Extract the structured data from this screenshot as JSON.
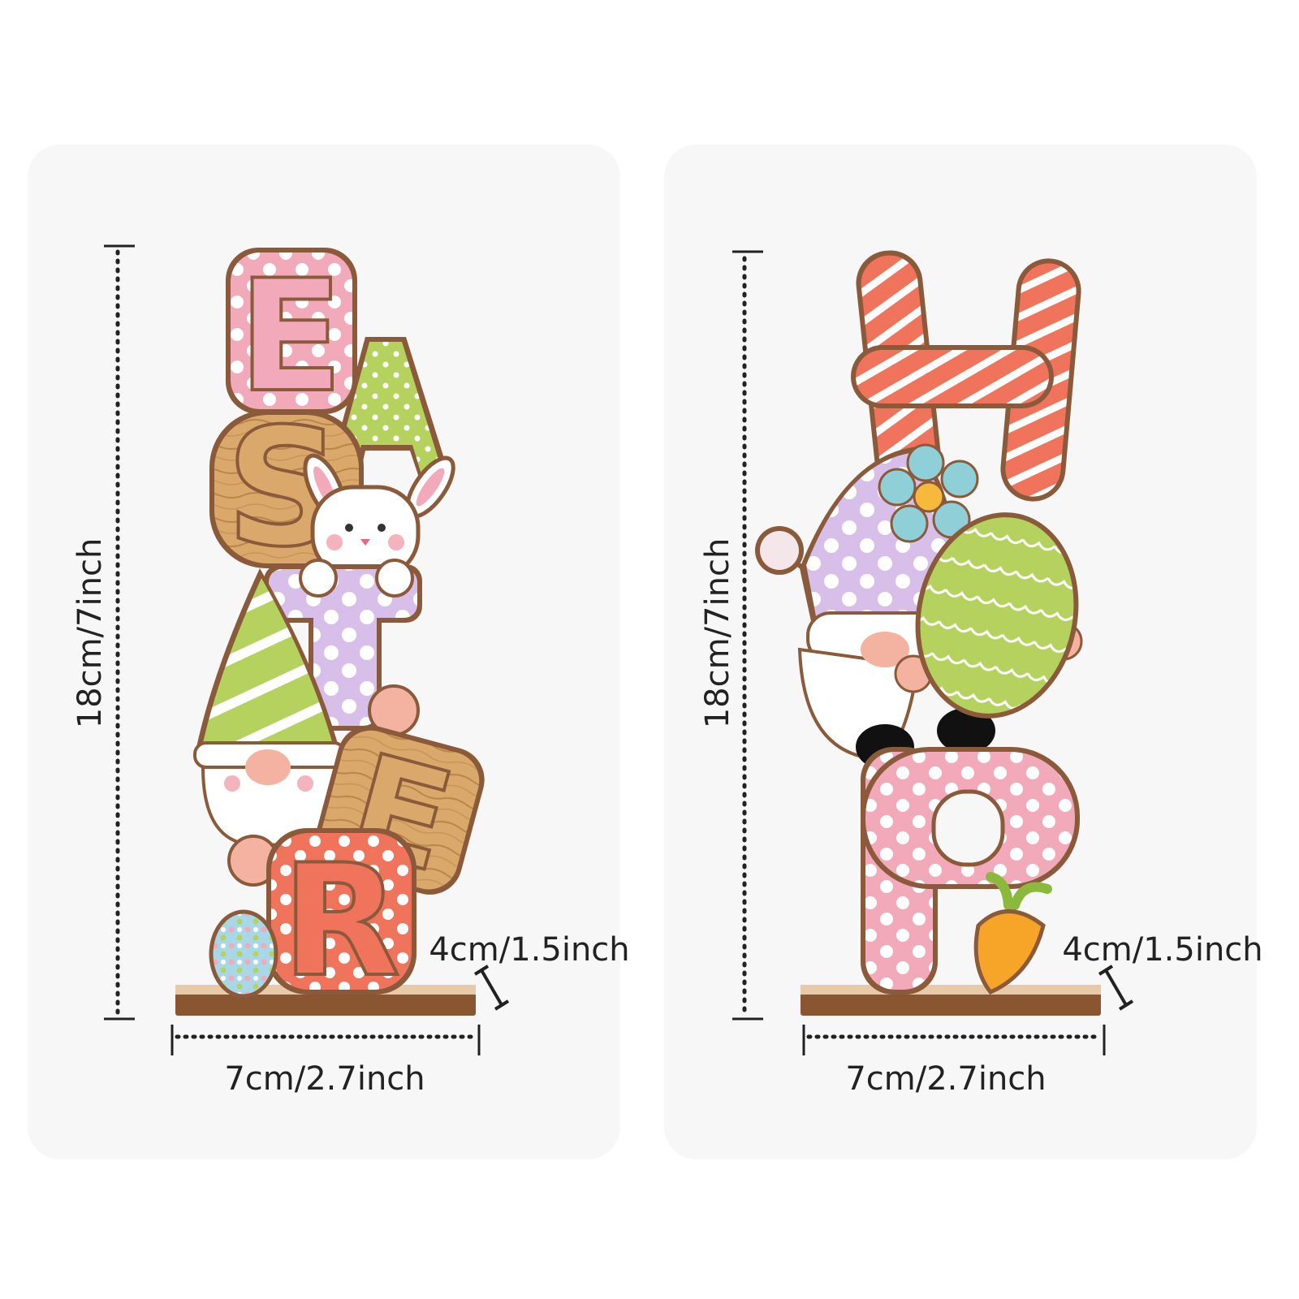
{
  "panels": [
    {
      "letters": [
        "E",
        "A",
        "S",
        "T",
        "E",
        "R"
      ],
      "height_label": "18cm/7inch",
      "width_label": "7cm/2.7inch",
      "depth_label": "4cm/1.5inch"
    },
    {
      "letters": [
        "H",
        "P"
      ],
      "height_label": "18cm/7inch",
      "width_label": "7cm/2.7inch",
      "depth_label": "4cm/1.5inch"
    }
  ],
  "colors": {
    "pink": "#f2a9ba",
    "green": "#b5d25e",
    "wood": "#d9a86a",
    "lavender": "#d8bfe9",
    "coral": "#f0735c",
    "outline": "#8a5a3a",
    "base": "#8a5632"
  }
}
